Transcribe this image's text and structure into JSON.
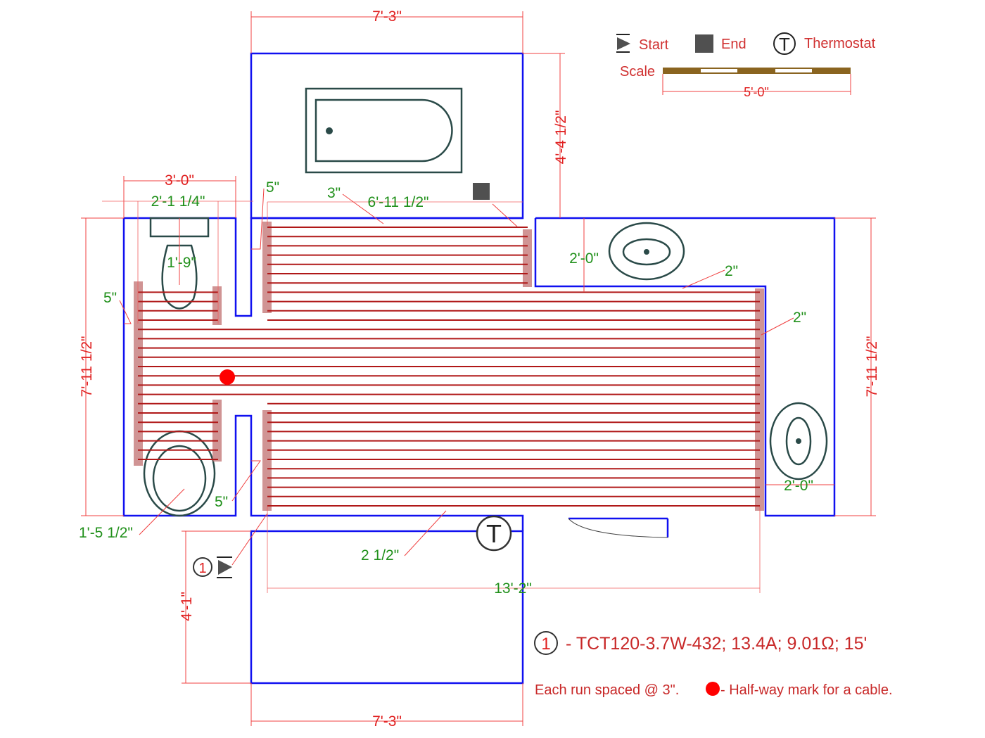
{
  "legend": {
    "start": "Start",
    "end": "End",
    "thermostat": "Thermostat",
    "thermostat_symbol": "T",
    "scale": "Scale",
    "scale_length": "5'-0\""
  },
  "dimensions": {
    "top_width": "7'-3\"",
    "bottom_width": "7'-3\"",
    "tub_depth": "4'-4 1/2\"",
    "left_height": "7'-11 1/2\"",
    "right_height": "7'-11 1/2\"",
    "left_width": "3'-0\"",
    "left_inner": "2'-1 1/4\"",
    "toilet_clear": "1'-9\"",
    "left_offset": "5\"",
    "upper_offset": "5\"",
    "upper_gap": "3\"",
    "upper_run": "6'-11 1/2\"",
    "sink_clear": "2'-0\"",
    "right_gap_a": "2\"",
    "right_gap_b": "2\"",
    "right_sink_clear": "2'-0\"",
    "lower_offset": "5\"",
    "toilet_front": "1'-5 1/2\"",
    "bottom_gap": "2 1/2\"",
    "main_run": "13'-2\"",
    "lower_height": "4'-1\""
  },
  "cable": {
    "number": "1",
    "spec": "- TCT120-3.7W-432; 13.4A; 9.01Ω; 15'"
  },
  "notes": {
    "spacing": "Each run spaced @ 3\".",
    "halfway": "- Half-way mark for a cable."
  },
  "colors": {
    "wall": "#1010f0",
    "cable": "#b01818",
    "dimension": "#f04040",
    "label": "#20901a",
    "halfway": "#ff0000"
  }
}
